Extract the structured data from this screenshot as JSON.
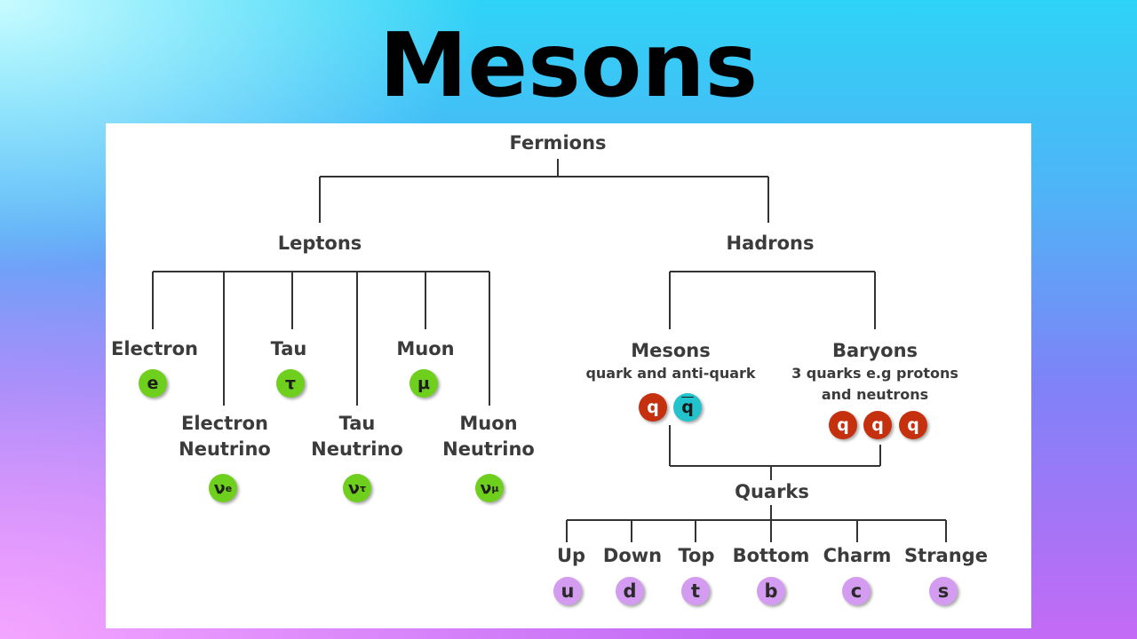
{
  "page": {
    "title": "Mesons"
  },
  "diagram": {
    "root": {
      "label": "Fermions"
    },
    "leptons": {
      "label": "Leptons",
      "items": [
        {
          "name": "Electron",
          "symbol": "e"
        },
        {
          "name": "Electron Neutrino",
          "line1": "Electron",
          "line2": "Neutrino",
          "symbol": "ν",
          "sub": "e"
        },
        {
          "name": "Tau",
          "symbol": "τ"
        },
        {
          "name": "Tau Neutrino",
          "line1": "Tau",
          "line2": "Neutrino",
          "symbol": "ν",
          "sub": "τ"
        },
        {
          "name": "Muon",
          "symbol": "μ"
        },
        {
          "name": "Muon Neutrino",
          "line1": "Muon",
          "line2": "Neutrino",
          "symbol": "ν",
          "sub": "μ"
        }
      ]
    },
    "hadrons": {
      "label": "Hadrons",
      "mesons": {
        "label": "Mesons",
        "desc": "quark and anti-quark",
        "symbols": [
          "q",
          "q"
        ]
      },
      "baryons": {
        "label": "Baryons",
        "desc_line1": "3 quarks e.g protons",
        "desc_line2": "and neutrons",
        "symbols": [
          "q",
          "q",
          "q"
        ]
      }
    },
    "quarks": {
      "label": "Quarks",
      "items": [
        {
          "name": "Up",
          "symbol": "u"
        },
        {
          "name": "Down",
          "symbol": "d"
        },
        {
          "name": "Top",
          "symbol": "t"
        },
        {
          "name": "Bottom",
          "symbol": "b"
        },
        {
          "name": "Charm",
          "symbol": "c"
        },
        {
          "name": "Strange",
          "symbol": "s"
        }
      ]
    },
    "colors": {
      "lepton": "#6fcf1d",
      "quark": "#d39cf0",
      "quark_particle": "#c5300f",
      "antiquark": "#22c3cc",
      "line": "#333333"
    }
  }
}
